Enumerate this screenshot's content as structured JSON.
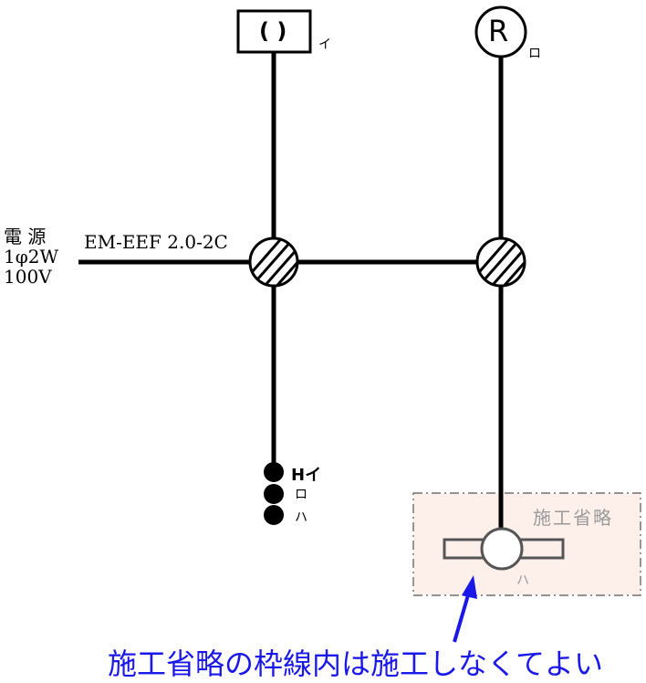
{
  "colors": {
    "line": "#000000",
    "omit_fill": "#fdf0ea",
    "omit_border": "#555555",
    "omit_text": "#9a9a9a",
    "note": "#1a18e8"
  },
  "power_source": {
    "line1": "電 源",
    "line2": "1φ2W",
    "line3": "100V"
  },
  "cable_label": "EM-EEF 2.0-2C",
  "light_i": {
    "symbol": "( )",
    "letter": "イ"
  },
  "light_ro": {
    "symbol": "R",
    "letter": "ロ"
  },
  "switches": {
    "h_label": "Hイ",
    "ro_label": "ロ",
    "ha_label": "ハ"
  },
  "omitted_area": {
    "label": "施工省略",
    "fixture_letter": "ハ"
  },
  "note": "施工省略の枠線内は施工しなくてよい"
}
